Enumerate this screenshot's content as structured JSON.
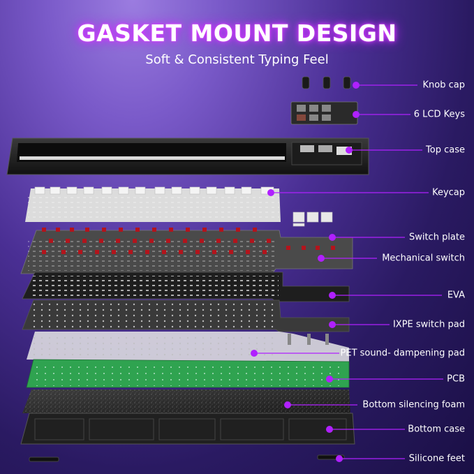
{
  "header": {
    "title": "GASKET MOUNT DESIGN",
    "subtitle": "Soft & Consistent Typing Feel"
  },
  "colors": {
    "accent_purple": "#b020ff",
    "pcb_green": "#2fa350",
    "keycap_white": "#e6e6e6",
    "switch_red": "#b3141c",
    "case_black": "#2a2a2a"
  },
  "layers": [
    {
      "label": "Knob cap"
    },
    {
      "label": "6 LCD Keys"
    },
    {
      "label": "Top case"
    },
    {
      "label": "Keycap"
    },
    {
      "label": "Switch plate"
    },
    {
      "label": "Mechanical switch"
    },
    {
      "label": "EVA"
    },
    {
      "label": "IXPE switch pad"
    },
    {
      "label": "PET sound- dampening pad"
    },
    {
      "label": "PCB"
    },
    {
      "label": "Bottom silencing foam"
    },
    {
      "label": "Bottom case"
    },
    {
      "label": "Silicone feet"
    }
  ]
}
